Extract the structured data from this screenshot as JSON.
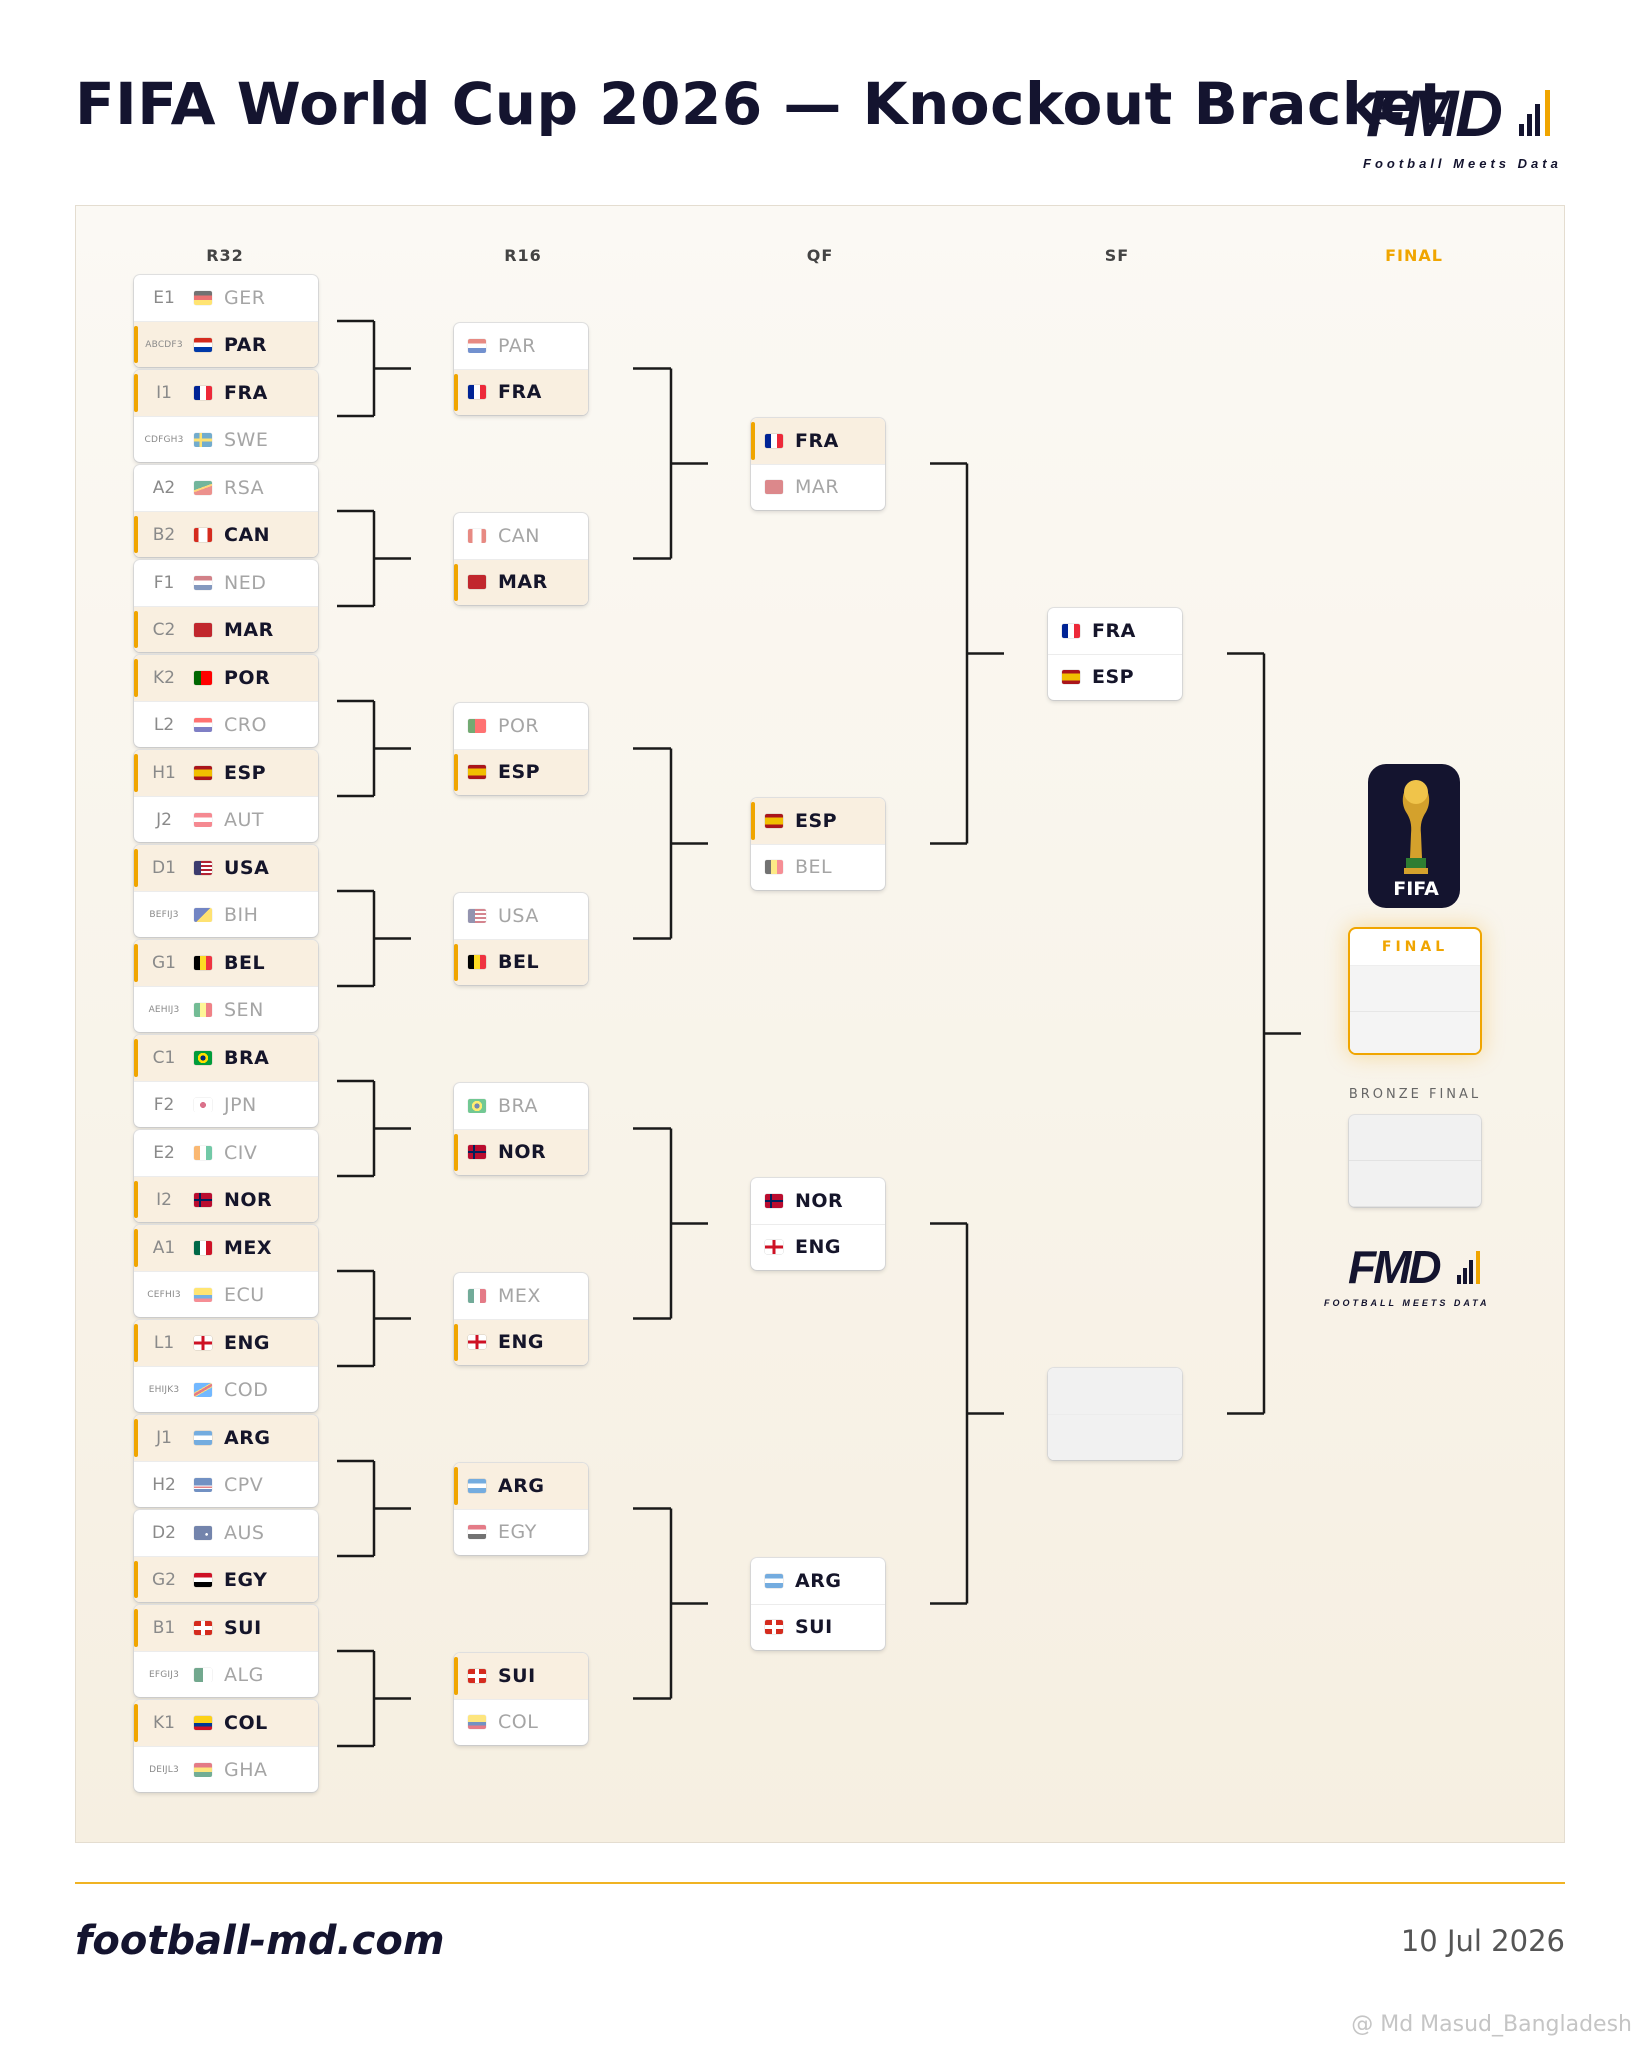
{
  "title": "FIFA World Cup 2026 — Knockout Bracket",
  "brand": {
    "logo": "FMD",
    "tagline_top": "Football  Meets  Data",
    "tagline_mid": "FOOTBALL  MEETS  DATA"
  },
  "rounds": {
    "r32": "R32",
    "r16": "R16",
    "qf": "QF",
    "sf": "SF",
    "final": "FINAL"
  },
  "r32": [
    [
      {
        "seed": "E1",
        "team": "GER",
        "flag": "ger",
        "win": false
      },
      {
        "seed": "ABCDF3",
        "team": "PAR",
        "flag": "par",
        "win": true
      }
    ],
    [
      {
        "seed": "I1",
        "team": "FRA",
        "flag": "fra",
        "win": true
      },
      {
        "seed": "CDFGH3",
        "team": "SWE",
        "flag": "swe",
        "win": false
      }
    ],
    [
      {
        "seed": "A2",
        "team": "RSA",
        "flag": "rsa",
        "win": false
      },
      {
        "seed": "B2",
        "team": "CAN",
        "flag": "can",
        "win": true
      }
    ],
    [
      {
        "seed": "F1",
        "team": "NED",
        "flag": "ned",
        "win": false
      },
      {
        "seed": "C2",
        "team": "MAR",
        "flag": "mar",
        "win": true
      }
    ],
    [
      {
        "seed": "K2",
        "team": "POR",
        "flag": "por",
        "win": true
      },
      {
        "seed": "L2",
        "team": "CRO",
        "flag": "cro",
        "win": false
      }
    ],
    [
      {
        "seed": "H1",
        "team": "ESP",
        "flag": "esp",
        "win": true
      },
      {
        "seed": "J2",
        "team": "AUT",
        "flag": "aut",
        "win": false
      }
    ],
    [
      {
        "seed": "D1",
        "team": "USA",
        "flag": "usa",
        "win": true
      },
      {
        "seed": "BEFIJ3",
        "team": "BIH",
        "flag": "bih",
        "win": false
      }
    ],
    [
      {
        "seed": "G1",
        "team": "BEL",
        "flag": "bel",
        "win": true
      },
      {
        "seed": "AEHIJ3",
        "team": "SEN",
        "flag": "sen",
        "win": false
      }
    ],
    [
      {
        "seed": "C1",
        "team": "BRA",
        "flag": "bra",
        "win": true
      },
      {
        "seed": "F2",
        "team": "JPN",
        "flag": "jpn",
        "win": false
      }
    ],
    [
      {
        "seed": "E2",
        "team": "CIV",
        "flag": "civ",
        "win": false
      },
      {
        "seed": "I2",
        "team": "NOR",
        "flag": "nor",
        "win": true
      }
    ],
    [
      {
        "seed": "A1",
        "team": "MEX",
        "flag": "mex",
        "win": true
      },
      {
        "seed": "CEFHI3",
        "team": "ECU",
        "flag": "ecu",
        "win": false
      }
    ],
    [
      {
        "seed": "L1",
        "team": "ENG",
        "flag": "eng",
        "win": true
      },
      {
        "seed": "EHIJK3",
        "team": "COD",
        "flag": "cod",
        "win": false
      }
    ],
    [
      {
        "seed": "J1",
        "team": "ARG",
        "flag": "arg",
        "win": true
      },
      {
        "seed": "H2",
        "team": "CPV",
        "flag": "cpv",
        "win": false
      }
    ],
    [
      {
        "seed": "D2",
        "team": "AUS",
        "flag": "aus",
        "win": false
      },
      {
        "seed": "G2",
        "team": "EGY",
        "flag": "egy",
        "win": true
      }
    ],
    [
      {
        "seed": "B1",
        "team": "SUI",
        "flag": "sui",
        "win": true
      },
      {
        "seed": "EFGIJ3",
        "team": "ALG",
        "flag": "alg",
        "win": false
      }
    ],
    [
      {
        "seed": "K1",
        "team": "COL",
        "flag": "col",
        "win": true
      },
      {
        "seed": "DEIJL3",
        "team": "GHA",
        "flag": "gha",
        "win": false
      }
    ]
  ],
  "r16": [
    [
      {
        "team": "PAR",
        "flag": "par",
        "win": false
      },
      {
        "team": "FRA",
        "flag": "fra",
        "win": true
      }
    ],
    [
      {
        "team": "CAN",
        "flag": "can",
        "win": false
      },
      {
        "team": "MAR",
        "flag": "mar",
        "win": true
      }
    ],
    [
      {
        "team": "POR",
        "flag": "por",
        "win": false
      },
      {
        "team": "ESP",
        "flag": "esp",
        "win": true
      }
    ],
    [
      {
        "team": "USA",
        "flag": "usa",
        "win": false
      },
      {
        "team": "BEL",
        "flag": "bel",
        "win": true
      }
    ],
    [
      {
        "team": "BRA",
        "flag": "bra",
        "win": false
      },
      {
        "team": "NOR",
        "flag": "nor",
        "win": true
      }
    ],
    [
      {
        "team": "MEX",
        "flag": "mex",
        "win": false
      },
      {
        "team": "ENG",
        "flag": "eng",
        "win": true
      }
    ],
    [
      {
        "team": "ARG",
        "flag": "arg",
        "win": true
      },
      {
        "team": "EGY",
        "flag": "egy",
        "win": false
      }
    ],
    [
      {
        "team": "SUI",
        "flag": "sui",
        "win": true
      },
      {
        "team": "COL",
        "flag": "col",
        "win": false
      }
    ]
  ],
  "qf": [
    [
      {
        "team": "FRA",
        "flag": "fra",
        "win": true
      },
      {
        "team": "MAR",
        "flag": "mar",
        "win": false
      }
    ],
    [
      {
        "team": "ESP",
        "flag": "esp",
        "win": true
      },
      {
        "team": "BEL",
        "flag": "bel",
        "win": false
      }
    ],
    [
      {
        "team": "NOR",
        "flag": "nor",
        "win": null
      },
      {
        "team": "ENG",
        "flag": "eng",
        "win": null
      }
    ],
    [
      {
        "team": "ARG",
        "flag": "arg",
        "win": null
      },
      {
        "team": "SUI",
        "flag": "sui",
        "win": null
      }
    ]
  ],
  "sf": [
    [
      {
        "team": "FRA",
        "flag": "fra",
        "win": null
      },
      {
        "team": "ESP",
        "flag": "esp",
        "win": null
      }
    ],
    []
  ],
  "final": {
    "label": "FINAL",
    "bronze_label": "BRONZE FINAL",
    "trophy_text": "FIFA"
  },
  "footer": {
    "site": "football-md.com",
    "date": "10 Jul 2026"
  },
  "watermark": "@ Md Masud_Bangladesh",
  "colors": {
    "accent": "#f0a500",
    "navy": "#14142f",
    "winner_bg": "#f9efe0"
  }
}
